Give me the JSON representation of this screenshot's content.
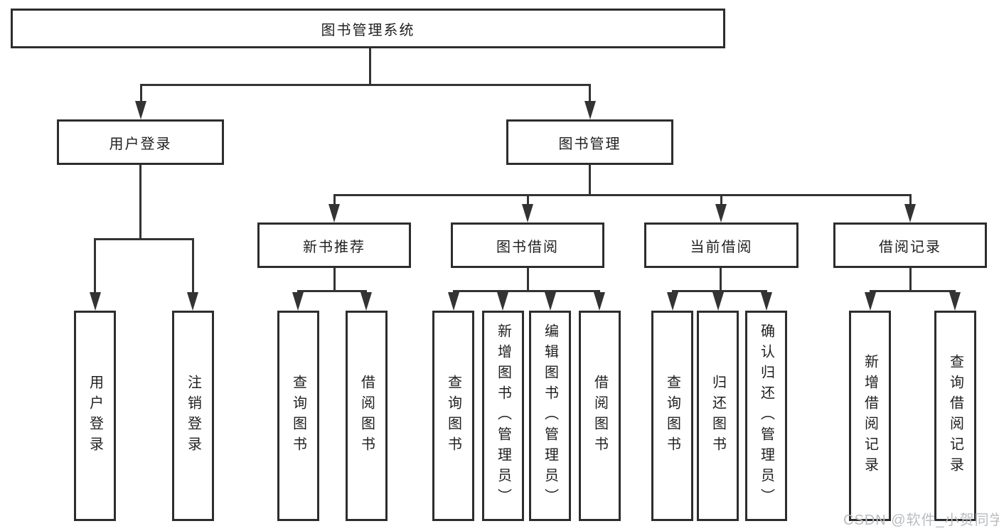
{
  "diagram": {
    "root": {
      "label": "图书管理系统"
    },
    "level2": [
      {
        "label": "用户登录"
      },
      {
        "label": "图书管理"
      }
    ],
    "level3": [
      {
        "label": "新书推荐"
      },
      {
        "label": "图书借阅"
      },
      {
        "label": "当前借阅"
      },
      {
        "label": "借阅记录"
      }
    ],
    "leaves": [
      {
        "label": "用户登录",
        "parent": "用户登录"
      },
      {
        "label": "注销登录",
        "parent": "用户登录"
      },
      {
        "label": "查询图书",
        "parent": "新书推荐"
      },
      {
        "label": "借阅图书",
        "parent": "新书推荐"
      },
      {
        "label": "查询图书",
        "parent": "图书借阅"
      },
      {
        "label": "新增图书（管理员）",
        "parent": "图书借阅"
      },
      {
        "label": "编辑图书（管理员）",
        "parent": "图书借阅"
      },
      {
        "label": "借阅图书",
        "parent": "图书借阅"
      },
      {
        "label": "查询图书",
        "parent": "当前借阅"
      },
      {
        "label": "归还图书",
        "parent": "当前借阅"
      },
      {
        "label": "确认归还（管理员）",
        "parent": "当前借阅"
      },
      {
        "label": "新增借阅记录",
        "parent": "借阅记录"
      },
      {
        "label": "查询借阅记录",
        "parent": "借阅记录"
      }
    ],
    "watermark": "CSDN @软件_小贺同学",
    "colors": {
      "background": "#ffffff",
      "box_border": "#2d2d2d",
      "connector_line": "#333333",
      "text": "#1f1f1f",
      "watermark": "#b9bcc0"
    }
  }
}
